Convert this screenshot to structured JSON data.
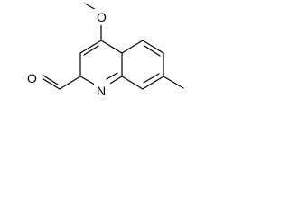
{
  "molecule": {
    "atoms": {
      "methoxy_oxygen": "O",
      "aldehyde_oxygen": "O",
      "ring_nitrogen": "N"
    }
  },
  "colors": {
    "background": "#ffffff",
    "ink": "#000000"
  }
}
